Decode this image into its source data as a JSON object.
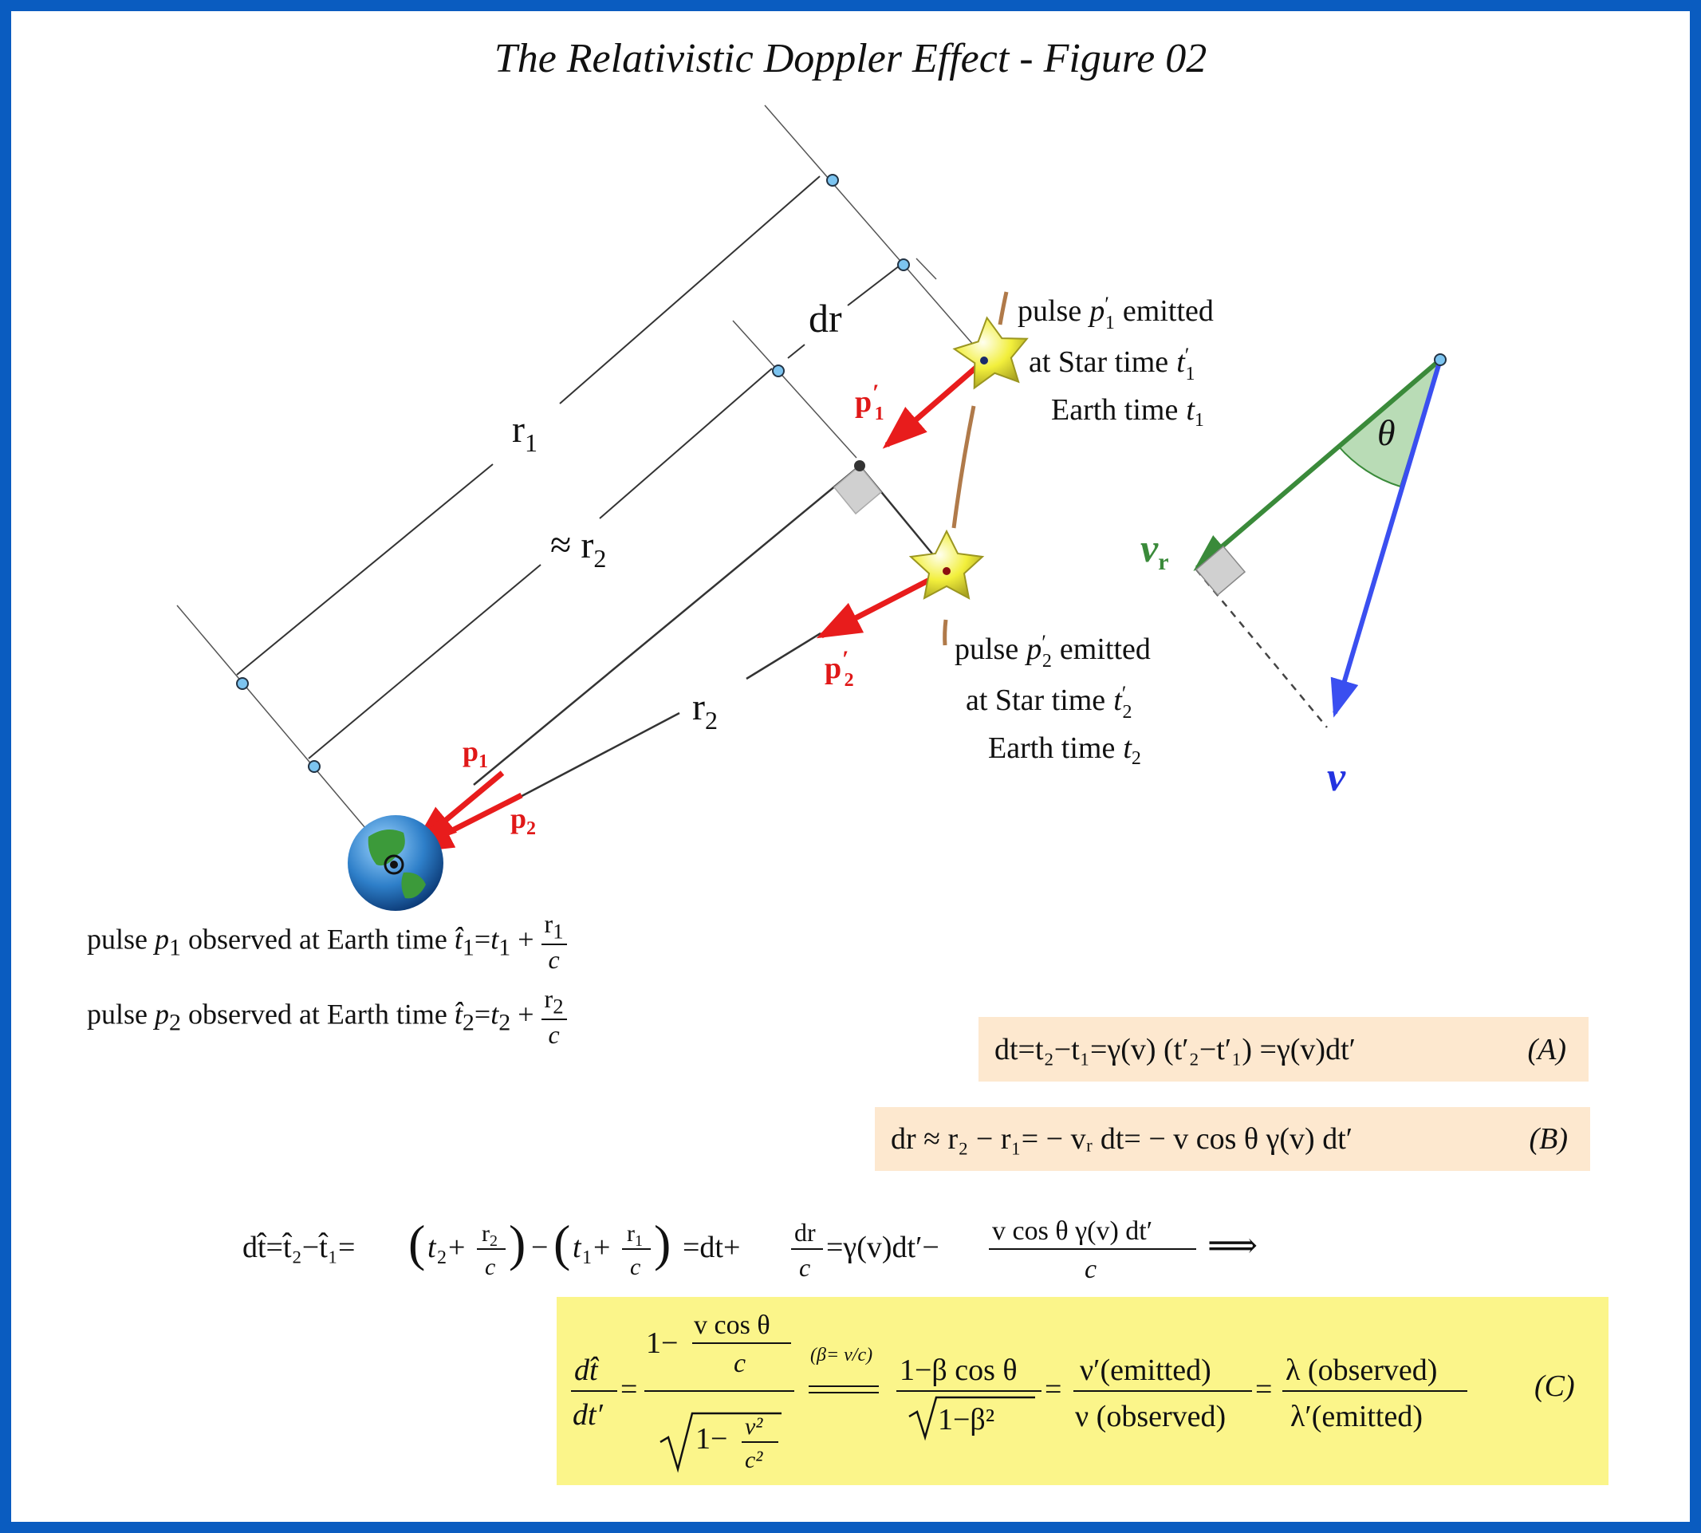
{
  "title": "The Relativistic Doppler Effect  - Figure 02",
  "labels": {
    "r1": "r",
    "r1_sub": "1",
    "r2_approx": "≈ r",
    "r2_approx_sub": "2",
    "r2": "r",
    "r2_sub": "2",
    "dr": "dr",
    "p1": "p",
    "p1_sub": "1",
    "p2": "p",
    "p2_sub": "2",
    "p1_prime": "p",
    "p1_prime_sub": "1",
    "p2_prime": "p",
    "p2_prime_sub": "2",
    "theta": "θ",
    "v_r": "v",
    "v_r_sub": "r",
    "v": "v"
  },
  "star1_caption": {
    "line1_a": "pulse",
    "line1_p": "p",
    "line1_sub": "1",
    "line1_b": "emitted",
    "line2_a": "at Star time",
    "line2_t": "t",
    "line2_sub": "1",
    "line3_a": "Earth time",
    "line3_t": "t",
    "line3_sub": "1"
  },
  "star2_caption": {
    "line1_a": "pulse",
    "line1_p": "p",
    "line1_sub": "2",
    "line1_b": "emitted",
    "line2_a": "at Star time",
    "line2_t": "t",
    "line2_sub": "2",
    "line3_a": "Earth time",
    "line3_t": "t",
    "line3_sub": "2"
  },
  "observed": [
    {
      "a": "pulse ",
      "p": "p",
      "sub": "1",
      "b": " observed at Earth time ",
      "t": "t̂",
      "eq": "=",
      "t2": "t",
      "plus": " + ",
      "num": "r",
      "den": "c"
    },
    {
      "a": "pulse ",
      "p": "p",
      "sub": "2",
      "b": " observed at Earth time ",
      "t": "t̂",
      "eq": "=",
      "t2": "t",
      "plus": " + ",
      "num": "r",
      "den": "c"
    }
  ],
  "equations": {
    "A_text": "dt=t₂−t₁=γ(v) (t′₂−t′₁) =γ(v)dt′",
    "A_tag": "(A)",
    "B_text": "dr ≈ r₂ − r₁= − vᵣ dt= − v cos θ γ(v) dt′",
    "B_tag": "(B)",
    "D_left": "dt̂=t̂₂−t̂₁=",
    "D_mid": "=dt+",
    "D_eq": "=γ(v)dt′−",
    "D_num": "v cos θ γ(v) dt′",
    "D_den": "c",
    "D_implies": "⟹",
    "C_lhs_num": "dt̂",
    "C_lhs_den": "dt′",
    "C_num1": "1−",
    "C_num2": "v cos θ",
    "C_den": "c",
    "C_sqrt": "1−",
    "C_sqrt_num": "v²",
    "C_sqrt_den": "c²",
    "C_beta": "(β= v/c)",
    "C_f2_num": "1−β cos θ",
    "C_f2_den": "1−β²",
    "C_f3_num": "ν′(emitted)",
    "C_f3_den": "ν (observed)",
    "C_f4_num": "λ (observed)",
    "C_f4_den": "λ′(emitted)",
    "C_tag": "(C)"
  },
  "colors": {
    "border": "#0a5cc0",
    "pulse_arrow": "#e81c1c",
    "radial_velocity": "#3a8a3a",
    "velocity": "#3a4ff0",
    "box_ab": "#fde8cf",
    "box_c": "#fbf58a",
    "star": "#f2ef3c",
    "trajectory": "#b07a4a",
    "dot": "#7cc4f0"
  }
}
